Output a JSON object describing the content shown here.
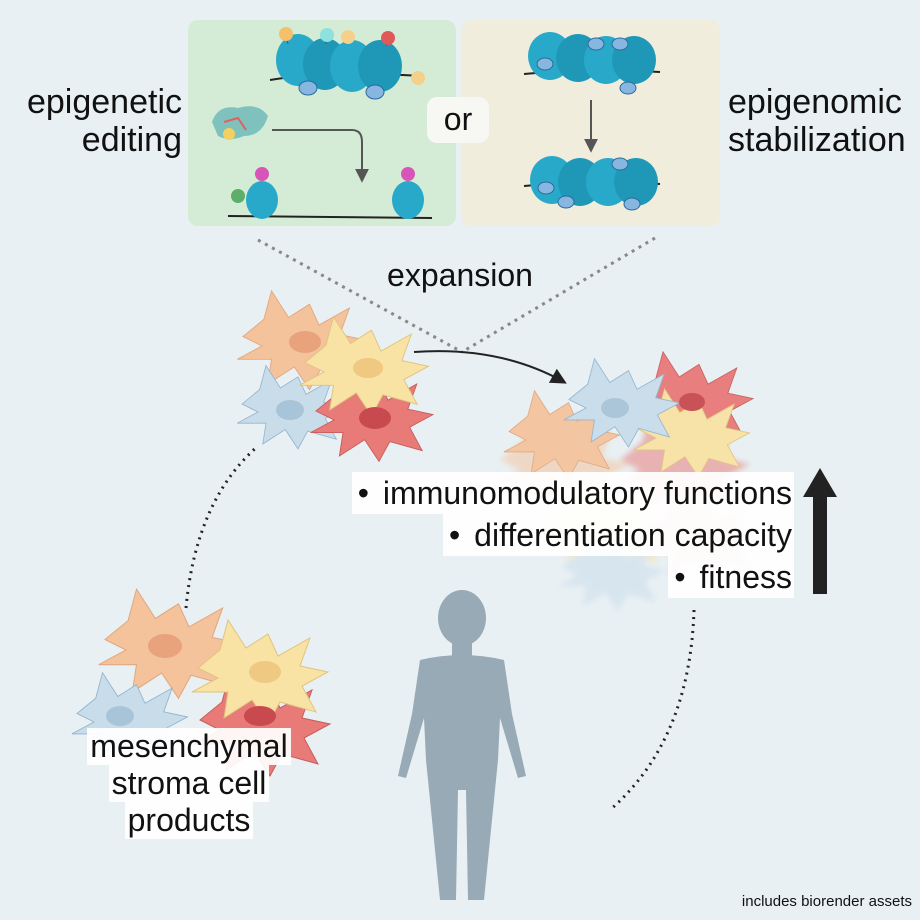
{
  "labels": {
    "left_method": [
      "epigenetic",
      "editing"
    ],
    "right_method": [
      "epigenomic",
      "stabilization"
    ],
    "or": "or",
    "expansion": "expansion"
  },
  "benefits": [
    "immunomodulatory functions",
    "differentiation capacity",
    "fitness"
  ],
  "product_label": [
    "mesenchymal",
    "stroma cell",
    "products"
  ],
  "credit": "includes biorender assets",
  "colors": {
    "background": "#e8f0f3",
    "editing_panel": "#d4ecd6",
    "stabilization_panel": "#f0eddd",
    "nucleosome": "#29a9c9",
    "histone_mark": "#87b6e1",
    "cell_orange": "#f4c39c",
    "cell_yellow": "#f8e2a4",
    "cell_blue": "#c9dcea",
    "cell_red": "#e87a78",
    "human": "#97aab6",
    "arrow": "#222222"
  },
  "icons": [
    "nucleosome-chain-icon",
    "editing-enzyme-icon",
    "stromal-cell-icon",
    "human-silhouette-icon",
    "up-arrow-icon"
  ]
}
